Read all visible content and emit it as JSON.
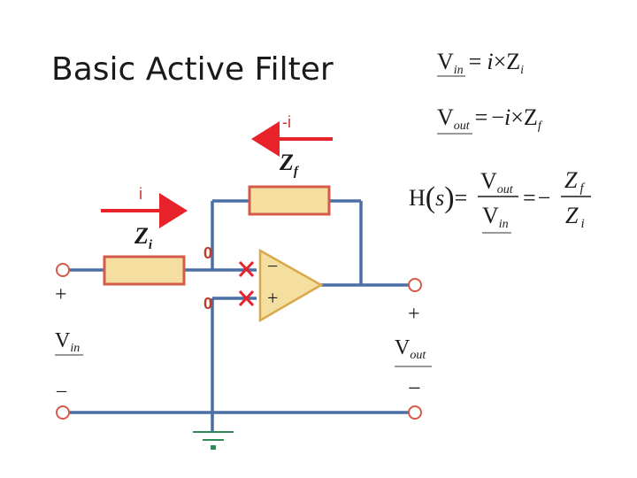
{
  "slide": {
    "title": "Basic Active Filter"
  },
  "colors": {
    "wire": "#4a6fa5",
    "resistor_fill": "#f5dfa0",
    "resistor_border": "#d45a4a",
    "opamp_fill": "#f5dfa0",
    "opamp_border": "#d9a84a",
    "current_arrow": "#e8222a",
    "node_marker": "#e8222a",
    "node_label": "#c0392b",
    "ground": "#2e8b57",
    "terminal_border": "#d45a4a"
  },
  "circuit": {
    "current_in_label": "i",
    "current_feedback_label": "-i",
    "input_impedance": {
      "symbol": "Z",
      "subscript": "i"
    },
    "feedback_impedance": {
      "symbol": "Z",
      "subscript": "f"
    },
    "node_inverting_value": "0",
    "node_noninverting_value": "0",
    "opamp_minus": "−",
    "opamp_plus": "+",
    "input_terminal": {
      "plus": "+",
      "label": "V",
      "subscript": "in",
      "minus": "_"
    },
    "output_terminal": {
      "plus": "+",
      "label": "V",
      "subscript": "out",
      "minus": "−"
    }
  },
  "equations": {
    "eq1": {
      "lhs": "V",
      "lhs_sub": "in",
      "eq": "=",
      "i": "i",
      "times": "×",
      "z": "Z",
      "z_sub": "i"
    },
    "eq2": {
      "lhs": "V",
      "lhs_sub": "out",
      "eq": "=",
      "neg": "−",
      "i": "i",
      "times": "×",
      "z": "Z",
      "z_sub": "f"
    },
    "eq3": {
      "h": "H",
      "s": "s",
      "eq": "=",
      "num": "V",
      "num_sub": "out",
      "den": "V",
      "den_sub": "in",
      "eq2": "=",
      "neg": "−",
      "znum": "Z",
      "znum_sub": "f",
      "zden": "Z",
      "zden_sub": "i"
    }
  }
}
